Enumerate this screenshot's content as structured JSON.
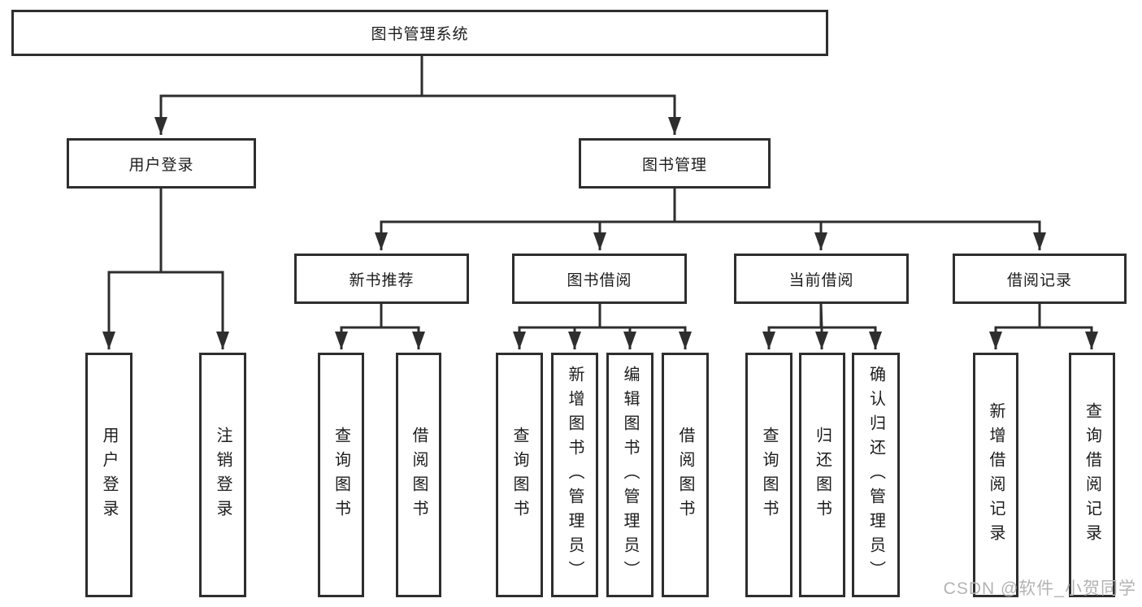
{
  "tree": {
    "root": {
      "label": "图书管理系统",
      "children": [
        {
          "label": "用户登录",
          "children": [
            {
              "label": "用户登录"
            },
            {
              "label": "注销登录"
            }
          ]
        },
        {
          "label": "图书管理",
          "children": [
            {
              "label": "新书推荐",
              "children": [
                {
                  "label": "查询图书"
                },
                {
                  "label": "借阅图书"
                }
              ]
            },
            {
              "label": "图书借阅",
              "children": [
                {
                  "label": "查询图书"
                },
                {
                  "label": "新增图书（管理员）"
                },
                {
                  "label": "编辑图书（管理员）"
                },
                {
                  "label": "借阅图书"
                }
              ]
            },
            {
              "label": "当前借阅",
              "children": [
                {
                  "label": "查询图书"
                },
                {
                  "label": "归还图书"
                },
                {
                  "label": "确认归还（管理员）"
                }
              ]
            },
            {
              "label": "借阅记录",
              "children": [
                {
                  "label": "新增借阅记录"
                },
                {
                  "label": "查询借阅记录"
                }
              ]
            }
          ]
        }
      ]
    }
  },
  "watermark": {
    "text": "CSDN @软件_小贺同学"
  },
  "colors": {
    "line": "#2e2e2e",
    "border": "#2e2e2e",
    "text": "#1c1c1c",
    "watermark": "#b3b3b3",
    "background": "#ffffff"
  }
}
